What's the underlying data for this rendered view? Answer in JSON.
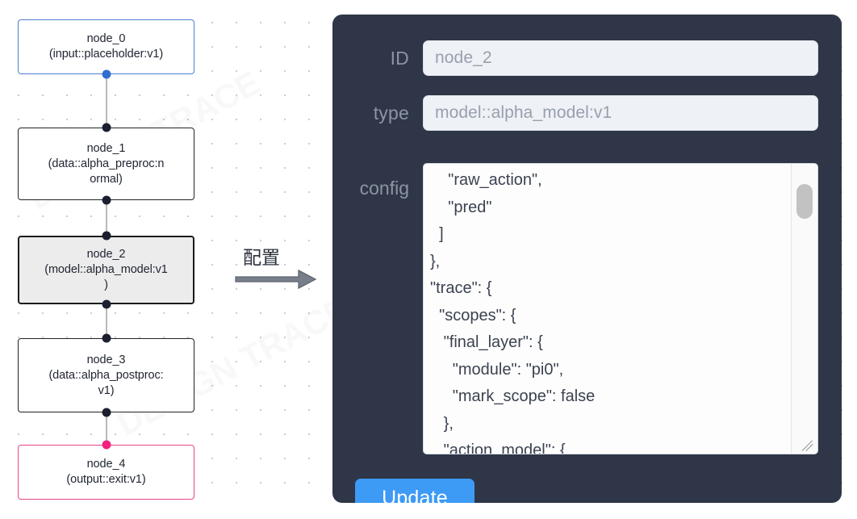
{
  "canvas": {
    "watermark_text": "DESIGN TRACE",
    "nodes": [
      {
        "id": "node_0",
        "title": "node_0",
        "subtitle": "(input::placeholder:v1)",
        "kind": "input",
        "accent": "#4a7fcf",
        "selected": false
      },
      {
        "id": "node_1",
        "title": "node_1",
        "subtitle": "(data::alpha_preproc:n",
        "subtitle2": "ormal)",
        "kind": "data",
        "accent": "#222222",
        "selected": false
      },
      {
        "id": "node_2",
        "title": "node_2",
        "subtitle": "(model::alpha_model:v1",
        "subtitle2": ")",
        "kind": "model",
        "accent": "#1c1c1c",
        "selected": true
      },
      {
        "id": "node_3",
        "title": "node_3",
        "subtitle": "(data::alpha_postproc:",
        "subtitle2": "v1)",
        "kind": "data",
        "accent": "#222222",
        "selected": false
      },
      {
        "id": "node_4",
        "title": "node_4",
        "subtitle": "(output::exit:v1)",
        "kind": "output",
        "accent": "#e8458a",
        "selected": false
      }
    ]
  },
  "arrow": {
    "label": "配置",
    "color": "#6b7280"
  },
  "panel": {
    "background_color": "#2e3647",
    "fields": [
      {
        "label": "ID",
        "value": "node_2"
      },
      {
        "label": "type",
        "value": "model::alpha_model:v1"
      }
    ],
    "config": {
      "label": "config",
      "value": "    \"raw_action\",\n    \"pred\"\n  ]\n},\n\"trace\": {\n  \"scopes\": {\n   \"final_layer\": {\n     \"module\": \"pi0\",\n     \"mark_scope\": false\n   },\n   \"action_model\": {"
    },
    "update_button_label": "Update",
    "update_button_color": "#3d9af5"
  }
}
